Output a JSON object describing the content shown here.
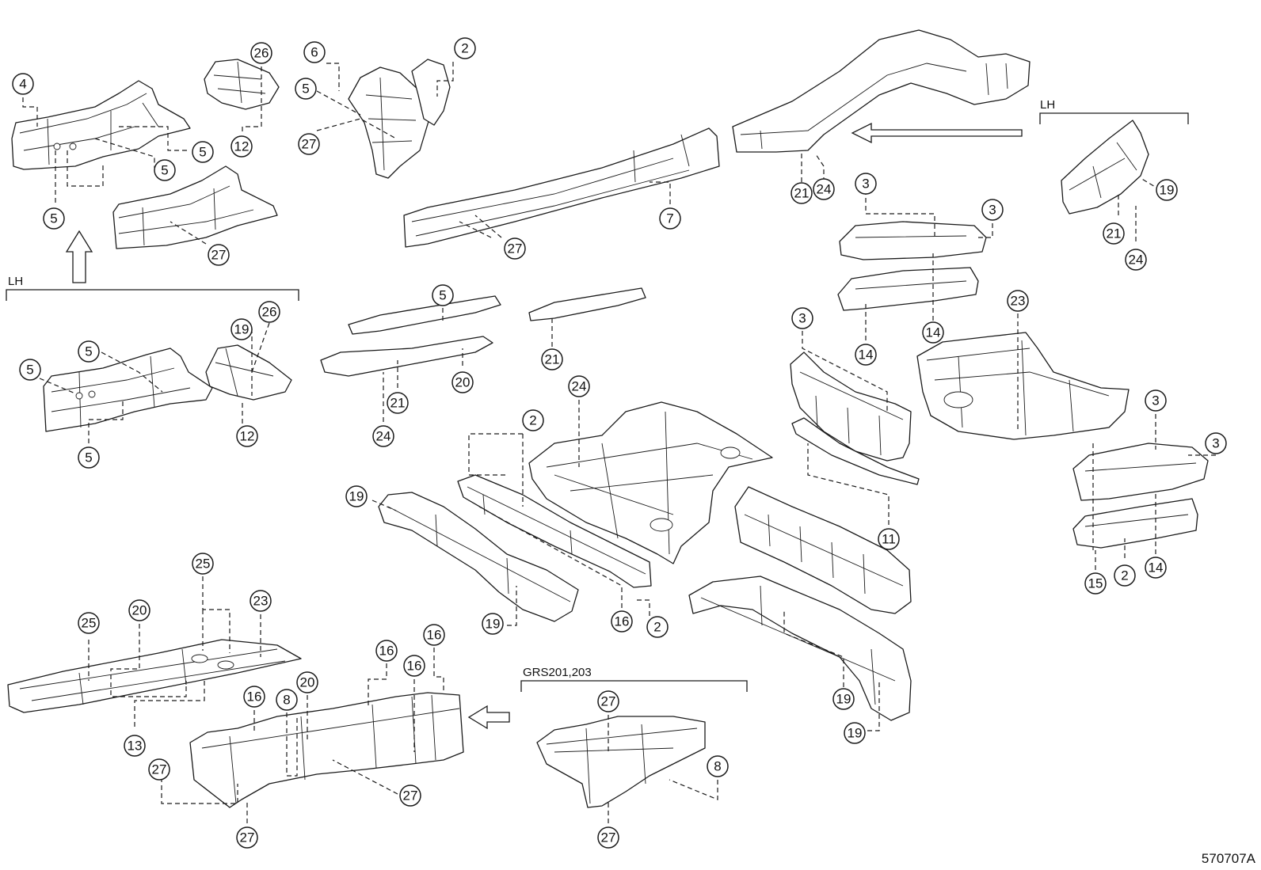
{
  "diagram": {
    "id_label": "570707A",
    "group_labels": {
      "lh_front": "LH",
      "lh_rear": "LH",
      "variant": "GRS201,203"
    },
    "callouts": [
      {
        "id": "c01",
        "num": "4"
      },
      {
        "id": "c02",
        "num": "26"
      },
      {
        "id": "c03",
        "num": "6"
      },
      {
        "id": "c04",
        "num": "2"
      },
      {
        "id": "c05",
        "num": "5"
      },
      {
        "id": "c06",
        "num": "5"
      },
      {
        "id": "c07",
        "num": "5"
      },
      {
        "id": "c08",
        "num": "5"
      },
      {
        "id": "c09",
        "num": "12"
      },
      {
        "id": "c10",
        "num": "27"
      },
      {
        "id": "c11",
        "num": "27"
      },
      {
        "id": "c12",
        "num": "7"
      },
      {
        "id": "c13",
        "num": "27"
      },
      {
        "id": "c14",
        "num": "21"
      },
      {
        "id": "c15",
        "num": "24"
      },
      {
        "id": "c16",
        "num": "19"
      },
      {
        "id": "c17",
        "num": "21"
      },
      {
        "id": "c18",
        "num": "24"
      },
      {
        "id": "c19",
        "num": "3"
      },
      {
        "id": "c20",
        "num": "3"
      },
      {
        "id": "c21",
        "num": "14"
      },
      {
        "id": "c22",
        "num": "14"
      },
      {
        "id": "c23",
        "num": "5"
      },
      {
        "id": "c24",
        "num": "21"
      },
      {
        "id": "c25",
        "num": "21"
      },
      {
        "id": "c26",
        "num": "20"
      },
      {
        "id": "c27",
        "num": "24"
      },
      {
        "id": "c28",
        "num": "26"
      },
      {
        "id": "c29",
        "num": "19"
      },
      {
        "id": "c30",
        "num": "5"
      },
      {
        "id": "c31",
        "num": "5"
      },
      {
        "id": "c32",
        "num": "12"
      },
      {
        "id": "c33",
        "num": "5"
      },
      {
        "id": "c34",
        "num": "3"
      },
      {
        "id": "c35",
        "num": "23"
      },
      {
        "id": "c36",
        "num": "24"
      },
      {
        "id": "c37",
        "num": "2"
      },
      {
        "id": "c38",
        "num": "19"
      },
      {
        "id": "c39",
        "num": "11"
      },
      {
        "id": "c40",
        "num": "3"
      },
      {
        "id": "c41",
        "num": "3"
      },
      {
        "id": "c42",
        "num": "15"
      },
      {
        "id": "c43",
        "num": "2"
      },
      {
        "id": "c44",
        "num": "14"
      },
      {
        "id": "c45",
        "num": "19"
      },
      {
        "id": "c46",
        "num": "16"
      },
      {
        "id": "c47",
        "num": "2"
      },
      {
        "id": "c48",
        "num": "25"
      },
      {
        "id": "c49",
        "num": "25"
      },
      {
        "id": "c50",
        "num": "20"
      },
      {
        "id": "c51",
        "num": "23"
      },
      {
        "id": "c52",
        "num": "16"
      },
      {
        "id": "c53",
        "num": "16"
      },
      {
        "id": "c54",
        "num": "16"
      },
      {
        "id": "c55",
        "num": "13"
      },
      {
        "id": "c56",
        "num": "16"
      },
      {
        "id": "c57",
        "num": "8"
      },
      {
        "id": "c58",
        "num": "20"
      },
      {
        "id": "c59",
        "num": "27"
      },
      {
        "id": "c60",
        "num": "27"
      },
      {
        "id": "c61",
        "num": "27"
      },
      {
        "id": "c62",
        "num": "19"
      },
      {
        "id": "c63",
        "num": "19"
      },
      {
        "id": "c64",
        "num": "27"
      },
      {
        "id": "c65",
        "num": "8"
      },
      {
        "id": "c66",
        "num": "27"
      }
    ]
  }
}
